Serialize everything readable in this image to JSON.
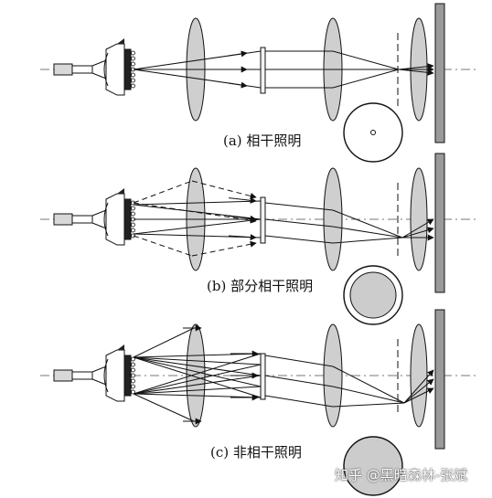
{
  "diagram": {
    "panels": [
      {
        "id": "a",
        "caption": "(a) 相干照明",
        "spot": "point"
      },
      {
        "id": "b",
        "caption": "(b) 部分相干照明",
        "spot": "partial-disk"
      },
      {
        "id": "c",
        "caption": "(c) 非相干照明",
        "spot": "full-disk"
      }
    ],
    "colors": {
      "line": "#111111",
      "lens_fill": "#cfcfcf",
      "screen_fill": "#9a9a9a",
      "spot_fill": "#cccccc",
      "axis": "#777777"
    }
  },
  "watermark": "知乎 @黑暗森林-张斌"
}
